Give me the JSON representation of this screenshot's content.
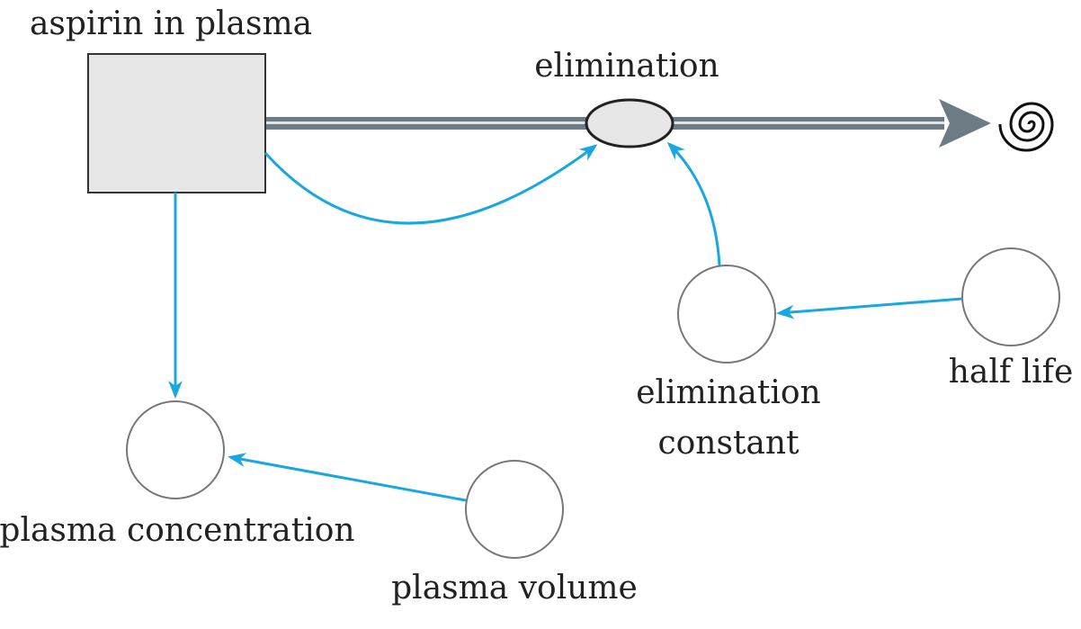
{
  "labels": {
    "stock": "aspirin in plasma",
    "flow": "elimination",
    "elimination_constant_line1": "elimination",
    "elimination_constant_line2": "constant",
    "half_life": "half life",
    "plasma_concentration": "plasma concentration",
    "plasma_volume": "plasma volume"
  },
  "colors": {
    "connector": "#1aa6e0",
    "pipe": "#6d7b84",
    "node_fill": "#ffffff",
    "stock_fill": "#e6e6e6",
    "node_stroke": "#777777"
  },
  "icons": {
    "sink": "cloud-spiral-icon"
  }
}
